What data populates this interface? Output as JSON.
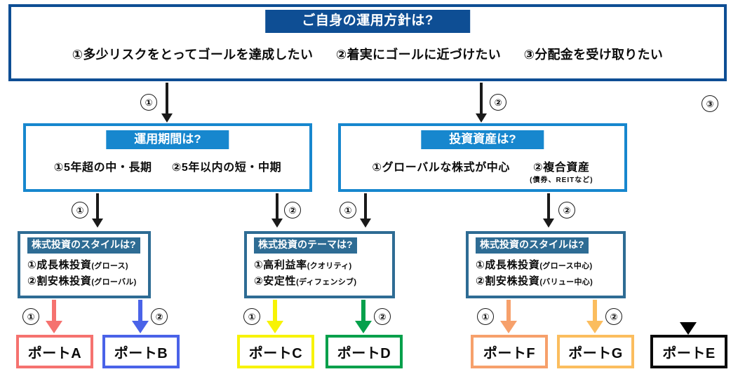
{
  "colors": {
    "root_blue": "#0E4E94",
    "mid_blue": "#1787CE",
    "leaf_blue": "#2E6C94",
    "arrow_dark": "#1a1a1a",
    "port_a": "#F5726F",
    "port_b": "#4A63E8",
    "port_c": "#F7F305",
    "port_d": "#04A04B",
    "port_f": "#F6A06B",
    "port_g": "#FBBD5E",
    "port_e": "#A濃"
  },
  "root": {
    "title": "ご自身の運用方針は?",
    "options": [
      "①多少リスクをとってゴールを達成したい",
      "②着実にゴールに近づけたい",
      "③分配金を受け取りたい"
    ]
  },
  "branch_labels": {
    "root_to_mid_left": "①",
    "root_to_mid_right": "②",
    "root_to_port_e": "③"
  },
  "mid_left": {
    "title": "運用期間は?",
    "option1": "①5年超の中・長期",
    "option2": "②5年以内の短・中期",
    "branch1": "①",
    "branch2": "②"
  },
  "mid_right": {
    "title": "投資資産は?",
    "option1": "①グローバルな株式が中心",
    "option2": "②複合資産",
    "option2_sub": "(債券、REITなど)",
    "branch1": "①",
    "branch2": "②"
  },
  "leaf_boxes": [
    {
      "title": "株式投資のスタイルは?",
      "item1_main": "①成長株投資",
      "item1_sub": "(グロース)",
      "item2_main": "②割安株投資",
      "item2_sub": "(グローバル)",
      "branch1": "①",
      "branch2": "②"
    },
    {
      "title": "株式投資のテーマは?",
      "item1_main": "①高利益率",
      "item1_sub": "(クオリティ)",
      "item2_main": "②安定性",
      "item2_sub": "(ディフェンシブ)",
      "branch1": "①",
      "branch2": "②"
    },
    {
      "title": "株式投資のスタイルは?",
      "item1_main": "①成長株投資",
      "item1_sub": "(グロース中心)",
      "item2_main": "②割安株投資",
      "item2_sub": "(バリュー中心)",
      "branch1": "①",
      "branch2": "②"
    }
  ],
  "portfolios": [
    {
      "label": "ポートA",
      "color": "#F5726F"
    },
    {
      "label": "ポートB",
      "color": "#4A63E8"
    },
    {
      "label": "ポートC",
      "color": "#F7F305"
    },
    {
      "label": "ポートD",
      "color": "#04A04B"
    },
    {
      "label": "ポートF",
      "color": "#F6A06B"
    },
    {
      "label": "ポートG",
      "color": "#FBBD5E"
    },
    {
      "label": "ポートE",
      "color": "#A濃"
    }
  ]
}
